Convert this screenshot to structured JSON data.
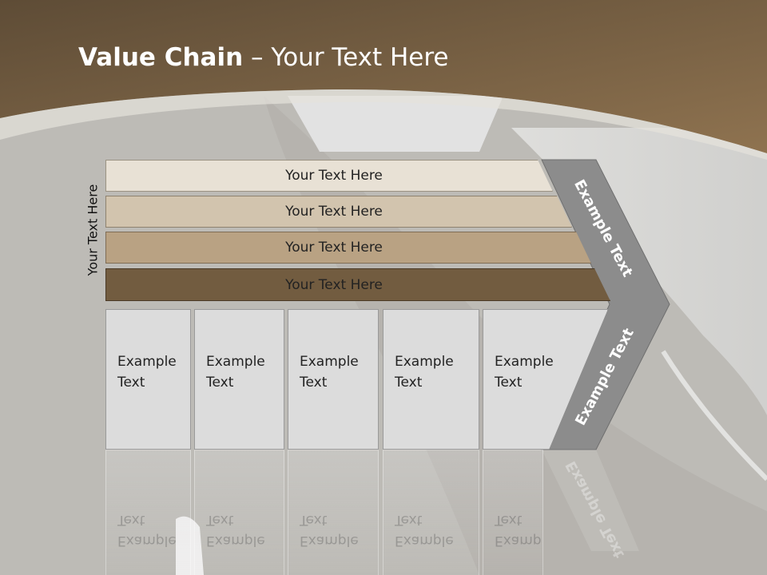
{
  "title": {
    "bold": "Value Chain",
    "rest": " – Your Text Here"
  },
  "side_label": "Your Text Here",
  "bars": [
    {
      "label": "Your Text Here"
    },
    {
      "label": "Your Text Here"
    },
    {
      "label": "Your Text Here"
    },
    {
      "label": "Your Text Here"
    }
  ],
  "boxes": [
    {
      "label": "Example\nText"
    },
    {
      "label": "Example\nText"
    },
    {
      "label": "Example\nText"
    },
    {
      "label": "Example\nText"
    },
    {
      "label": "Example\nText"
    }
  ],
  "chevron": {
    "top_label": "Example Text",
    "bottom_label": "Example Text"
  },
  "colors": {
    "header": "#6e5a42",
    "bar1": "#e8e1d5",
    "bar2": "#d2c4ae",
    "bar3": "#b9a283",
    "bar4": "#725c40",
    "box": "#dcdcdc",
    "chevron": "#8c8c8c"
  }
}
